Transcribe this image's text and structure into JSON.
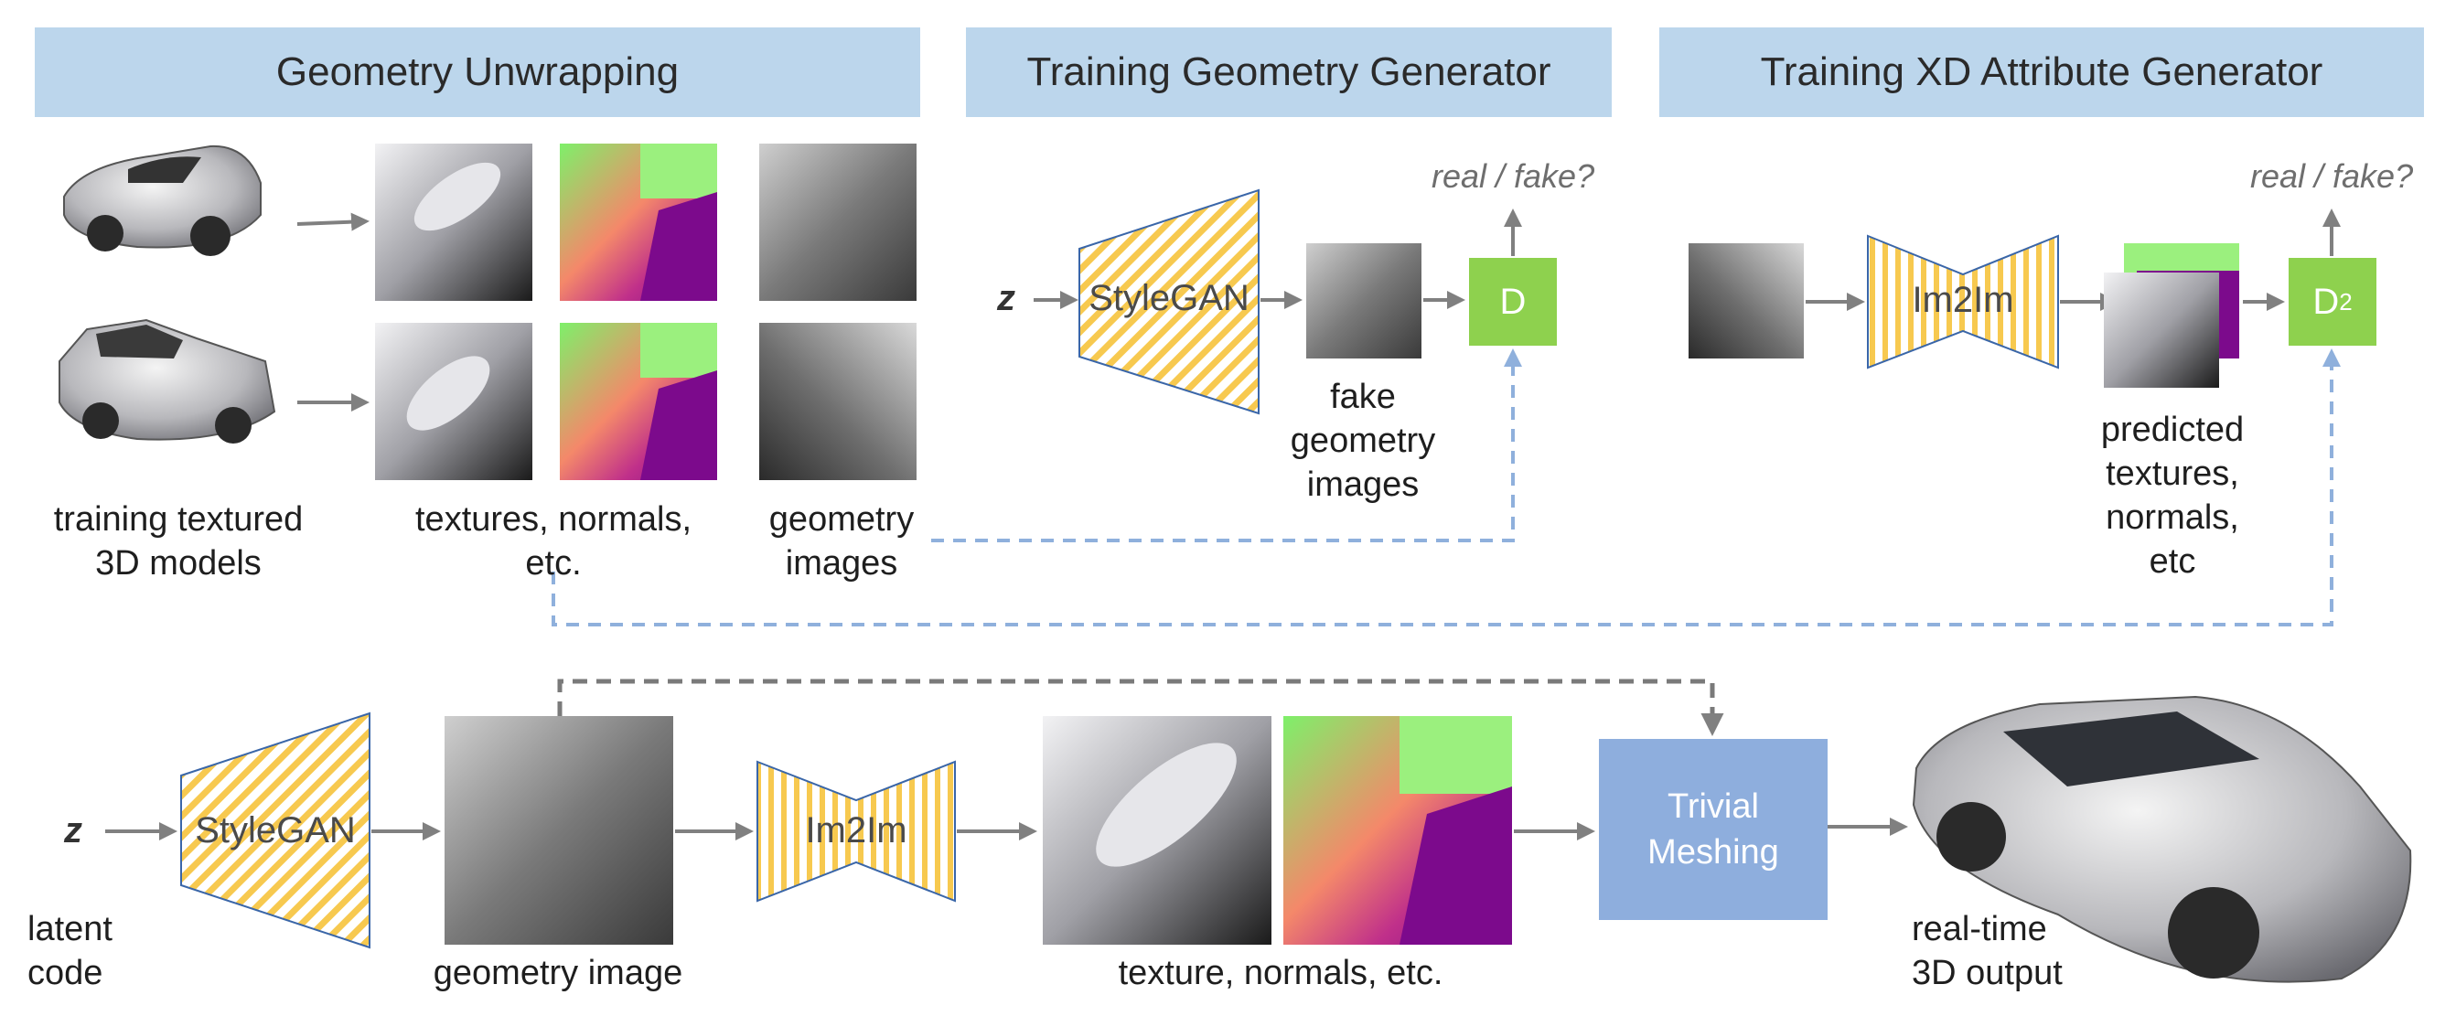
{
  "headers": {
    "geometry_unwrapping": "Geometry Unwrapping",
    "training_geometry_generator": "Training Geometry Generator",
    "training_xd_attribute_generator": "Training XD Attribute Generator"
  },
  "labels": {
    "training_models_line1": "training textured",
    "training_models_line2": "3D models",
    "textures_normals_line1": "textures, normals,",
    "textures_normals_line2": "etc.",
    "geometry_images_line1": "geometry",
    "geometry_images_line2": "images",
    "fake_geometry_line1": "fake",
    "fake_geometry_line2": "geometry",
    "fake_geometry_line3": "images",
    "predicted_line1": "predicted",
    "predicted_line2": "textures,",
    "predicted_line3": "normals,",
    "predicted_line4": "etc",
    "real_fake_1": "real / fake?",
    "real_fake_2": "real / fake?",
    "latent_line1": "latent",
    "latent_line2": "code",
    "geometry_image": "geometry image",
    "texture_normals_etc": "texture, normals, etc.",
    "realtime_line1": "real-time",
    "realtime_line2": "3D output"
  },
  "blocks": {
    "z_top": "z",
    "z_bottom": "z",
    "stylegan_top": "StyleGAN",
    "stylegan_bottom": "StyleGAN",
    "im2im_top": "Im2Im",
    "im2im_bottom": "Im2Im",
    "discriminator": "D",
    "discriminator2_base": "D",
    "discriminator2_sub": "2",
    "trivial_line1": "Trivial",
    "trivial_line2": "Meshing"
  },
  "colors": {
    "header_bg": "#bcd6ec",
    "discriminator_bg": "#8ed14e",
    "meshing_bg": "#8eaedd",
    "dashed_line": "#8fb0dc",
    "arrow": "#808080",
    "stripe": "#f7c94f"
  }
}
